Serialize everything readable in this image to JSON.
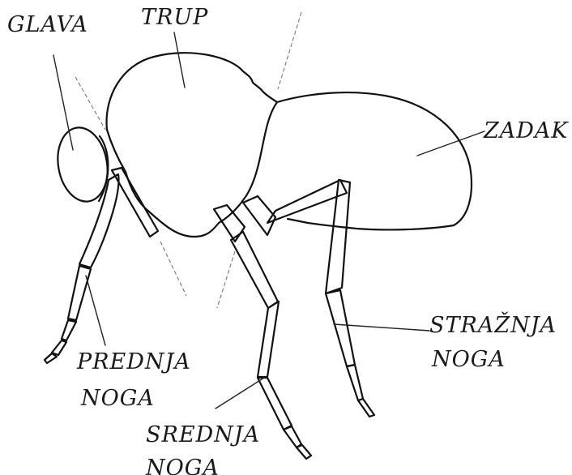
{
  "labels": {
    "head": "GLAVA",
    "thorax": "TRUP",
    "abdomen": "ZADAK",
    "front_leg_1": "PREDNJA",
    "front_leg_2": "NOGA",
    "hind_leg_1": "STRAŽNJA",
    "hind_leg_2": "NOGA",
    "middle_leg_1": "SREDNJA",
    "middle_leg_2": "NOGA"
  },
  "colors": {
    "ink": "#111111",
    "background": "#ffffff"
  }
}
